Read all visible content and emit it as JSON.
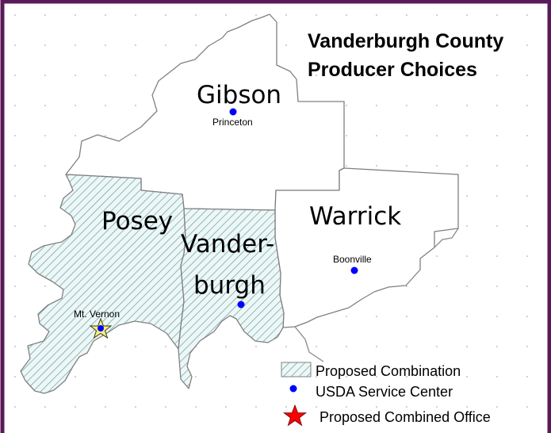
{
  "title": {
    "line1": "Vanderburgh County",
    "line2": "Producer Choices"
  },
  "counties": {
    "gibson": "Gibson",
    "posey": "Posey",
    "vanderburgh_line1": "Vander-",
    "vanderburgh_line2": "burgh",
    "warrick": "Warrick"
  },
  "cities": {
    "princeton": "Princeton",
    "boonville": "Boonville",
    "mt_vernon": "Mt. Vernon"
  },
  "legend": {
    "proposed_combination": "Proposed Combination",
    "usda_service_center": "USDA Service Center",
    "proposed_combined_office": "Proposed Combined Office"
  },
  "colors": {
    "frame_border": "#5a1a5a",
    "hatch": "#5fa3a6",
    "hatch_fill": "#e9f4f4",
    "boundary": "#808080",
    "service_center_dot": "#0000ff",
    "combined_office_star": "#ff0000",
    "star_outline": "#b8b020"
  }
}
